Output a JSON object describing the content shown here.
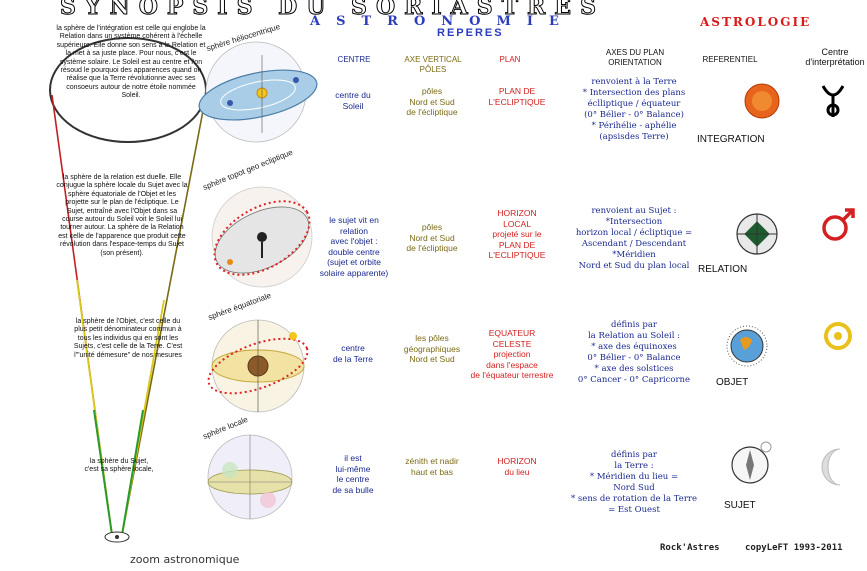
{
  "header": {
    "title": "SYNOPSIS DU SORIASTRES",
    "astronomie": "ASTRONOMIE",
    "astrologie": "ASTROLOGIE",
    "reperes": "REPERES"
  },
  "columns": {
    "centre": "CENTRE",
    "axe": "AXE VERTICAL\nPÔLES",
    "plan": "PLAN",
    "axes_plan": "AXES DU PLAN\nORIENTATION",
    "referentiel": "REFERENTIEL",
    "centre_interp": "Centre\nd'interprétation"
  },
  "left_texts": {
    "integration": "la sphère de l'intégration est celle qui englobe la Relation dans un système cohérent à l'échelle supérieure. Elle donne son sens à la Relation et la met à sa juste place. Pour nous, c'est le système solaire. Le Soleil est au centre et l'on résoud le pourquoi des apparences quand on réalise que la Terre révolutionne avec ses consoeurs autour de notre étoile nommée Soleil.",
    "relation": "la sphère de la relation est duelle. Elle conjugue la sphère locale du Sujet avec la sphère équatoriale de l'Objet et les projette sur le plan de l'écliptique. Le Sujet, entraîné avec l'Objet dans sa course autour du Soleil voit le Soleil lui tourner autour. La sphère de la Relation est celle de l'apparence que produit cette révolution dans l'espace-temps du Sujet (son présent).",
    "objet": "la sphère de l'Objet, c'est celle du plus petit dénominateur commun à tous les individus qui en sont les Sujets, c'est celle de la Terre. C'est l'\"unité démesure\" de nos mesures",
    "sujet": "la sphère du Sujet, c'est sa sphère locale,"
  },
  "spheres": [
    "sphère héliocentrique",
    "sphère topot geo ecliptique",
    "sphère équatoriale",
    "sphère locale"
  ],
  "rows": [
    {
      "centre": "centre du\nSoleil",
      "axe": "pôles\nNord et Sud\nde l'écliptique",
      "plan": "PLAN DE\nL'ECLIPTIQUE",
      "orientation": "renvoient à la Terre\n* Intersection des plans\néclliptique / équateur\n(0° Bélier - 0° Balance)\n* Périhélie - aphélie\n(apsisdes Terre)",
      "referentiel": "INTEGRATION"
    },
    {
      "centre": "le sujet vit en\nrelation\navec l'objet :\ndouble centre\n(sujet et orbite\nsolaire apparente)",
      "axe": "pôles\nNord et Sud\nde l'écliptique",
      "plan": "HORIZON\nLOCAL\nprojeté sur le\nPLAN DE\nL'ECLIPTIQUE",
      "orientation": "renvoient au Sujet :\n*Intersection\nhorizon local / écliptique =\nAscendant / Descendant\n*Méridien\nNord et Sud du plan local",
      "referentiel": "RELATION"
    },
    {
      "centre": "centre\nde la Terre",
      "axe": "les pôles\ngéographiques\nNord et Sud",
      "plan": "EQUATEUR\nCELESTE\nprojection\ndans l'espace\nde l'équateur terrestre",
      "orientation": "définis par\nla Relation au Soleil :\n* axe des équinoxes\n0° Bélier - 0° Balance\n* axe des solstices\n0° Cancer - 0° Capricorne",
      "referentiel": "OBJET"
    },
    {
      "centre": "il est\nlui-même\nle centre\nde sa bulle",
      "axe": "zénith et nadir\nhaut et bas",
      "plan": "HORIZON\ndu lieu",
      "orientation": "définis par\nla Terre :\n* Méridien du lieu =\nNord Sud\n* sens de rotation de la Terre\n= Est Ouest",
      "referentiel": "SUJET"
    }
  ],
  "footer": {
    "zoom": "zoom astronomique",
    "signature": "Rock'Astres",
    "copyleft": "copyLeFT 1993-2011"
  },
  "colors": {
    "blue": "#1b2a8f",
    "olive": "#7a6a14",
    "red": "#d42020",
    "sun": "#e8641c",
    "gold": "#e8c21a"
  }
}
